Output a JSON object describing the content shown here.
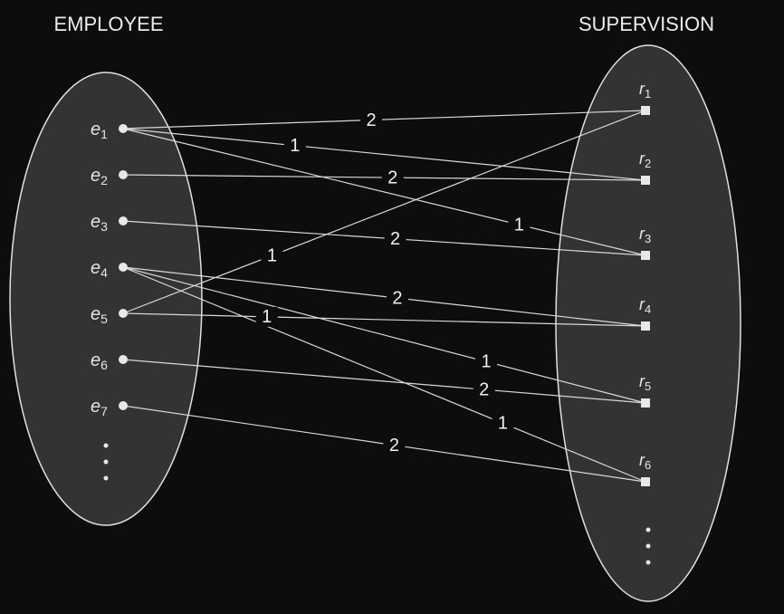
{
  "employee_set": {
    "title": "EMPLOYEE",
    "items": [
      {
        "id": "e1",
        "base": "e",
        "sub": "1"
      },
      {
        "id": "e2",
        "base": "e",
        "sub": "2"
      },
      {
        "id": "e3",
        "base": "e",
        "sub": "3"
      },
      {
        "id": "e4",
        "base": "e",
        "sub": "4"
      },
      {
        "id": "e5",
        "base": "e",
        "sub": "5"
      },
      {
        "id": "e6",
        "base": "e",
        "sub": "6"
      },
      {
        "id": "e7",
        "base": "e",
        "sub": "7"
      }
    ]
  },
  "supervision_set": {
    "title": "SUPERVISION",
    "items": [
      {
        "id": "r1",
        "base": "r",
        "sub": "1"
      },
      {
        "id": "r2",
        "base": "r",
        "sub": "2"
      },
      {
        "id": "r3",
        "base": "r",
        "sub": "3"
      },
      {
        "id": "r4",
        "base": "r",
        "sub": "4"
      },
      {
        "id": "r5",
        "base": "r",
        "sub": "5"
      },
      {
        "id": "r6",
        "base": "r",
        "sub": "6"
      }
    ]
  },
  "edges": [
    {
      "from": "e1",
      "to": "r1",
      "label": "2"
    },
    {
      "from": "e1",
      "to": "r2",
      "label": "1"
    },
    {
      "from": "e1",
      "to": "r3",
      "label": "1"
    },
    {
      "from": "e2",
      "to": "r2",
      "label": "2"
    },
    {
      "from": "e3",
      "to": "r3",
      "label": "2"
    },
    {
      "from": "e5",
      "to": "r1",
      "label": "1"
    },
    {
      "from": "e4",
      "to": "r4",
      "label": "2"
    },
    {
      "from": "e5",
      "to": "r4",
      "label": "1"
    },
    {
      "from": "e4",
      "to": "r5",
      "label": "1"
    },
    {
      "from": "e6",
      "to": "r5",
      "label": "2"
    },
    {
      "from": "e4",
      "to": "r6",
      "label": "1"
    },
    {
      "from": "e7",
      "to": "r6",
      "label": "2"
    }
  ]
}
